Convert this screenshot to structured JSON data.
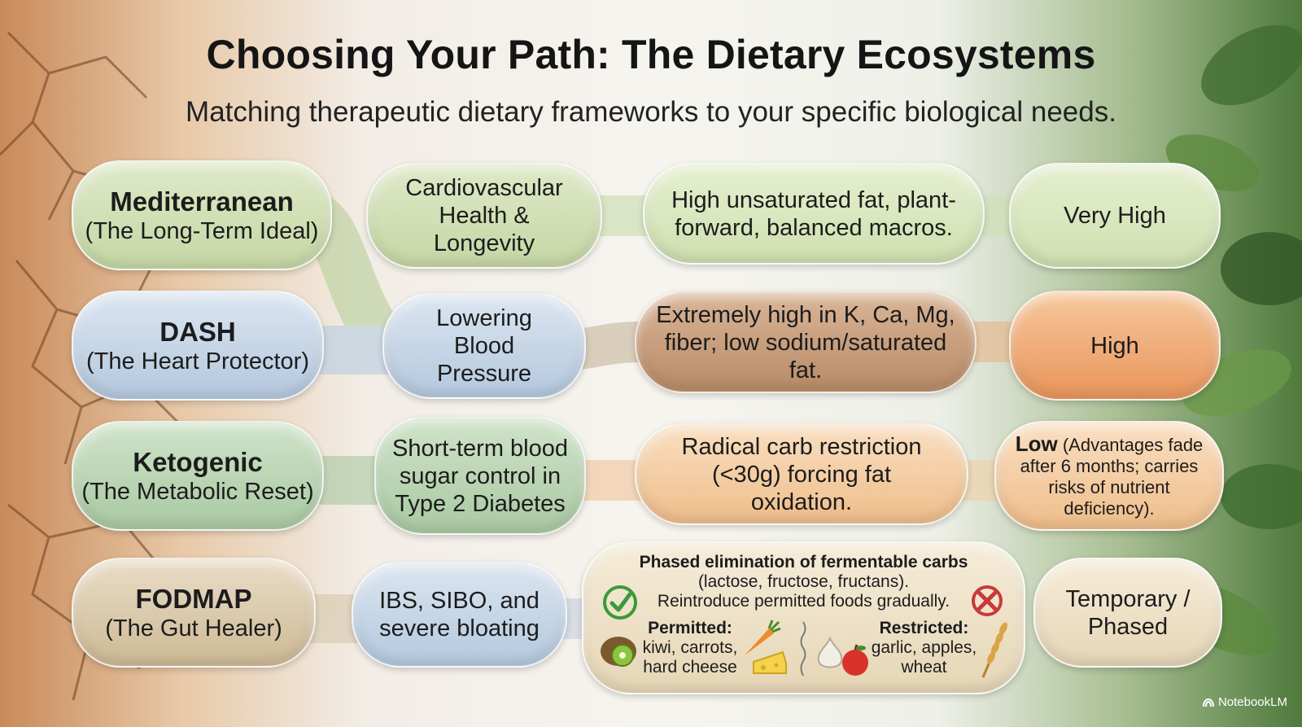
{
  "title": "Choosing Your Path: The Dietary Ecosystems",
  "subtitle": "Matching therapeutic dietary frameworks to your specific biological needs.",
  "diets": [
    {
      "name": "Mediterranean",
      "tagline": "(The Long-Term Ideal)",
      "goal": "Cardiovascular Health & Longevity",
      "approach": "High unsaturated fat, plant-forward, balanced macros.",
      "sustainability": "Very High"
    },
    {
      "name": "DASH",
      "tagline": "(The Heart Protector)",
      "goal": "Lowering Blood Pressure",
      "approach": "Extremely high in K, Ca, Mg, fiber; low sodium/saturated fat.",
      "sustainability": "High"
    },
    {
      "name": "Ketogenic",
      "tagline": "(The Metabolic Reset)",
      "goal": "Short-term blood sugar control in Type 2 Diabetes",
      "approach": "Radical carb restriction (<30g) forcing fat oxidation.",
      "sustainability_label": "Low",
      "sustainability_note": "(Advantages fade after 6 months; carries risks of nutrient deficiency)."
    },
    {
      "name": "FODMAP",
      "tagline": "(The Gut Healer)",
      "goal": "IBS, SIBO, and severe bloating",
      "approach_title": "Phased elimination of fermentable carbs",
      "approach_text": "(lactose, fructose, fructans). Reintroduce permitted foods gradually.",
      "permitted_label": "Permitted:",
      "permitted_items": "kiwi, carrots, hard cheese",
      "restricted_label": "Restricted:",
      "restricted_items": "garlic, apples, wheat",
      "sustainability": "Temporary / Phased"
    }
  ],
  "icons": {
    "permitted": "check-icon",
    "restricted": "cross-icon"
  },
  "colors": {
    "permitted": "#3a9a3a",
    "restricted": "#c83a3a"
  },
  "watermark": "NotebookLM"
}
